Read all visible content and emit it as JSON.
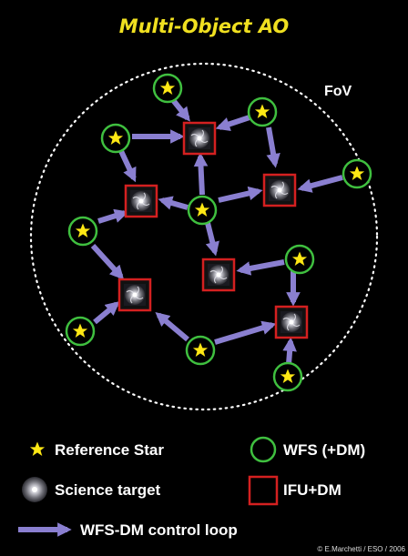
{
  "title": "Multi-Object AO",
  "fov_label": "FoV",
  "legend": {
    "reference_star": "Reference Star",
    "wfs": "WFS (+DM)",
    "science_target": "Science target",
    "ifu": "IFU+DM",
    "control_loop": "WFS-DM control loop"
  },
  "credit": "© E.Marchetti / ESO / 2006",
  "colors": {
    "background": "#000000",
    "title": "#f0e020",
    "star": "#ffe814",
    "wfs_ring": "#3fbf3f",
    "ifu_box": "#d42020",
    "arrow": "#8a7fd0",
    "fov_circle": "#ffffff",
    "text": "#ffffff"
  },
  "icons": {
    "reference_star": "star-icon",
    "wfs": "green-ring-icon",
    "science_target": "spiral-galaxy-icon",
    "ifu": "red-square-icon",
    "control_loop": "arrow-icon"
  }
}
